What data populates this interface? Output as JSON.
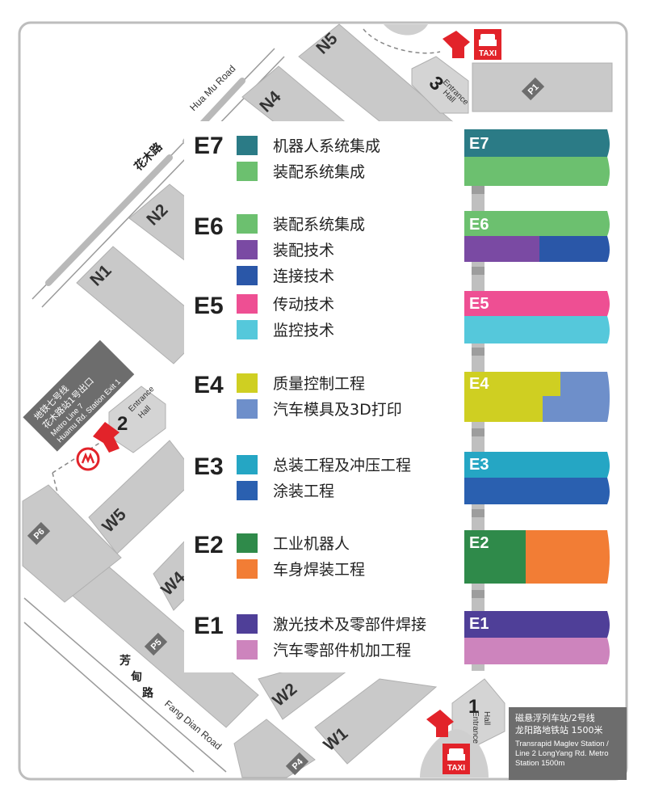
{
  "colors": {
    "robot_integration": "#2b7b86",
    "assembly_integration": "#6cc06f",
    "assembly_tech": "#7a4aa3",
    "joining_tech": "#2a57a8",
    "drive_tech": "#ee4f93",
    "monitor_tech": "#55c8db",
    "quality_control": "#cfcf22",
    "auto_mold_3d": "#6e8fca",
    "final_assembly_stamping": "#25a6c4",
    "painting": "#2a60b0",
    "industrial_robots": "#2f8a4a",
    "body_welding": "#f27d35",
    "laser_welding": "#4f3f98",
    "parts_machining": "#cd84bd",
    "building_gray": "#c9c9c9",
    "station_box": "#6d6d6d",
    "taxi_red": "#e2232a"
  },
  "halls": [
    {
      "code": "E7",
      "items": [
        "机器人系统集成",
        "装配系统集成"
      ]
    },
    {
      "code": "E6",
      "items": [
        "装配系统集成",
        "装配技术",
        "连接技术"
      ]
    },
    {
      "code": "E5",
      "items": [
        "传动技术",
        "监控技术"
      ]
    },
    {
      "code": "E4",
      "items": [
        "质量控制工程",
        "汽车模具及3D打印"
      ]
    },
    {
      "code": "E3",
      "items": [
        "总装工程及冲压工程",
        "涂装工程"
      ]
    },
    {
      "code": "E2",
      "items": [
        "工业机器人",
        "车身焊装工程"
      ]
    },
    {
      "code": "E1",
      "items": [
        "激光技术及零部件焊接",
        "汽车零部件机加工程"
      ]
    }
  ],
  "buildings": {
    "n": [
      "N1",
      "N2",
      "N4",
      "N5"
    ],
    "w": [
      "W1",
      "W2",
      "W4",
      "W5"
    ],
    "parking": [
      "P1",
      "P4",
      "P5",
      "P6"
    ]
  },
  "roads": {
    "huamu_en": "Hua Mu Road",
    "huamu_cn": "花木路",
    "fangdian_en": "Fang Dian Road",
    "fangdian_cn_1": "芳",
    "fangdian_cn_2": "甸",
    "fangdian_cn_3": "路"
  },
  "entrances": [
    {
      "num": "3",
      "line1": "Entrance",
      "line2": "Hall"
    },
    {
      "num": "2",
      "line1": "Entrance",
      "line2": "Hall"
    },
    {
      "num": "1",
      "line1": "Entrance",
      "line2": "Hall"
    }
  ],
  "taxi_label": "TAXI",
  "metro_box": {
    "cn1": "地铁七号线",
    "cn2": "花木路站1号出口",
    "en1": "Metro Line 7",
    "en2": "Huamu Rd. Station Exit 1"
  },
  "maglev_box": {
    "cn1": "磁悬浮列车站/2号线",
    "cn2": "龙阳路地铁站 1500米",
    "en1": "Transrapid Maglev Station /",
    "en2": "Line 2 LongYang Rd. Metro",
    "en3": "Station 1500m"
  },
  "icons": [
    "taxi-icon",
    "metro-logo-icon",
    "entrance-arrow-icon"
  ]
}
